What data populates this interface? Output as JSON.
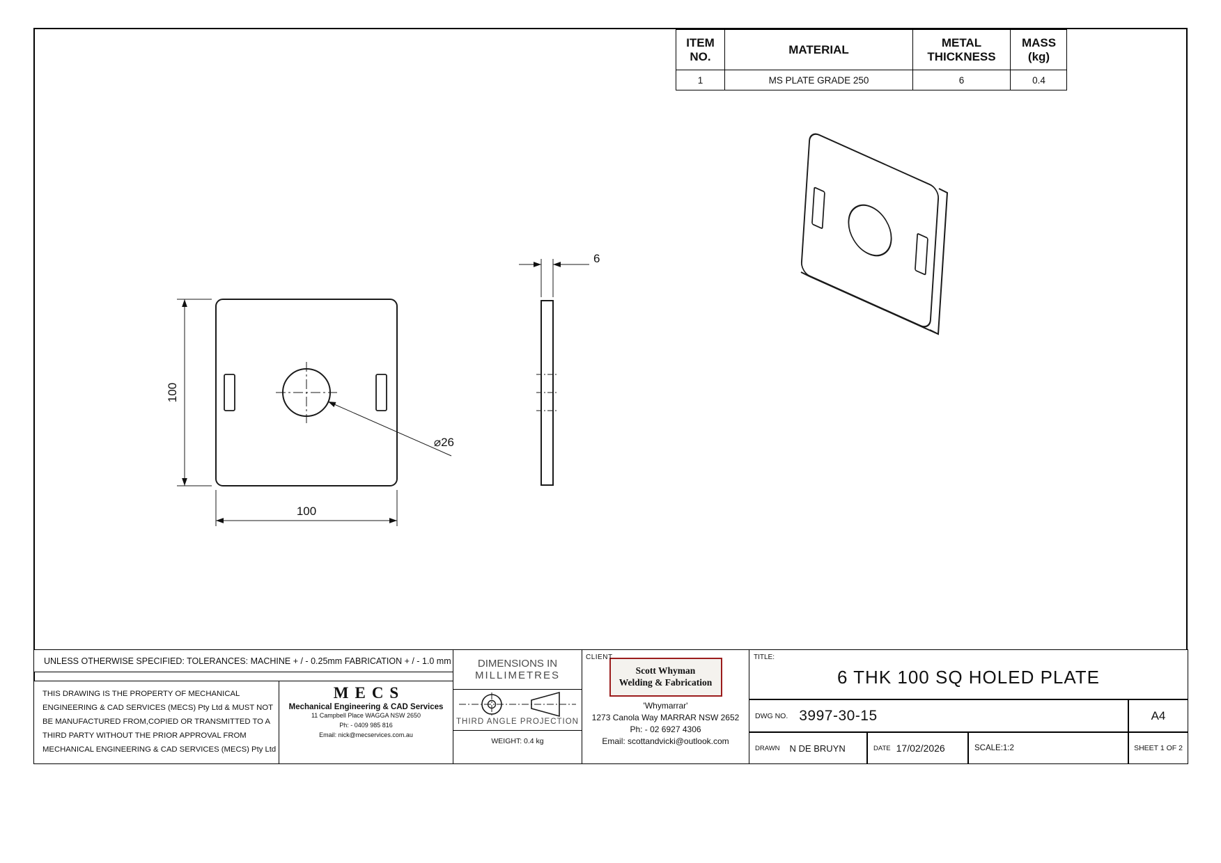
{
  "colors": {
    "line": "#000000",
    "client_logo_border": "#9b1c1c",
    "note_gray": "#4a4a4a"
  },
  "bom_table": {
    "headers": [
      [
        "ITEM",
        "NO."
      ],
      [
        "MATERIAL"
      ],
      [
        "METAL",
        "THICKNESS"
      ],
      [
        "MASS",
        "(kg)"
      ]
    ],
    "row": [
      "1",
      "MS PLATE GRADE 250",
      "6",
      "0.4"
    ]
  },
  "views": {
    "front": {
      "height_dim": "100",
      "width_dim": "100",
      "hole_callout": "⌀26"
    },
    "side": {
      "thickness_dim": "6"
    }
  },
  "notes": {
    "tolerances": "UNLESS OTHERWISE SPECIFIED: TOLERANCES: MACHINE + / - 0.25mm  FABRICATION + / - 1.0 mm",
    "property": [
      "THIS DRAWING IS THE PROPERTY OF MECHANICAL",
      "ENGINEERING & CAD SERVICES (MECS) Pty Ltd & MUST NOT",
      "BE MANUFACTURED FROM,COPIED OR TRANSMITTED TO A",
      "THIRD PARTY WITHOUT THE PRIOR APPROVAL FROM",
      "MECHANICAL ENGINEERING & CAD SERVICES (MECS) Pty Ltd"
    ]
  },
  "mecs": {
    "logo": "MECS",
    "name": "Mechanical Engineering & CAD Services",
    "address": "11 Campbell Place WAGGA NSW 2650",
    "phone": "Ph: - 0409 985 816",
    "email": "Email: nick@mecservices.com.au"
  },
  "projection": {
    "dims_line1": "DIMENSIONS IN",
    "dims_line2": "MILLIMETRES",
    "label": "THIRD ANGLE PROJECTION",
    "weight": "WEIGHT: 0.4 kg"
  },
  "client": {
    "label": "CLIENT",
    "logo_line1": "Scott Whyman",
    "logo_line2": "Welding & Fabrication",
    "address1": "'Whymarrar'",
    "address2": "1273 Canola Way MARRAR NSW 2652",
    "phone": "Ph: - 02 6927 4306",
    "email": "Email: scottandvicki@outlook.com"
  },
  "title_block": {
    "title_label": "TITLE:",
    "title": "6 THK 100 SQ HOLED PLATE",
    "dwg_label": "DWG NO.",
    "dwg_no": "3997-30-15",
    "paper_size": "A4",
    "drawn_label": "DRAWN",
    "drawn_by": "N DE BRUYN",
    "date_label": "DATE",
    "date": "17/02/2026",
    "scale": "SCALE:1:2",
    "sheet": "SHEET 1 OF 2"
  }
}
